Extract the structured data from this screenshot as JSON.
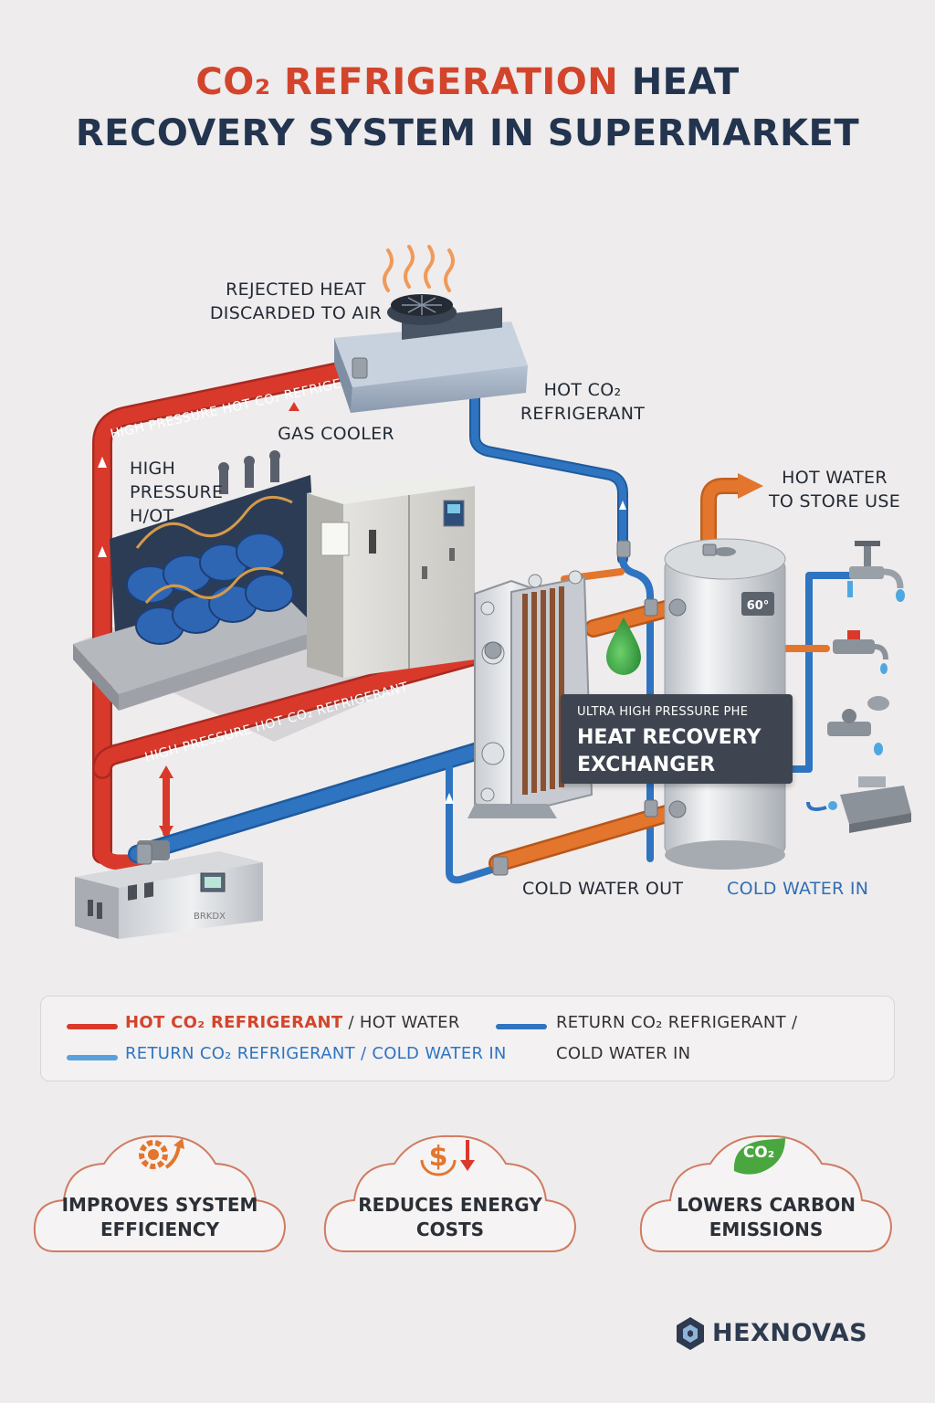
{
  "title": {
    "line1_accent": "CO₂ REFRIGERATION",
    "line1_dark": "HEAT",
    "line2": "RECOVERY SYSTEM IN SUPERMARKET"
  },
  "labels": {
    "rejected_heat": "REJECTED HEAT\nDISCARDED TO AIR",
    "gas_cooler": "GAS COOLER",
    "hot_co2_refrigerant": "HOT CO₂\nREFRIGERANT",
    "hot_water_out": "HOT WATER\nTO STORE USE",
    "high_pressure_hot": "HIGH\nPRESSURE\nH/OT",
    "tank_temp": "60°",
    "cold_water_out": "COLD WATER OUT",
    "cold_water_in": "COLD WATER IN",
    "rack_brand": "BRKDX"
  },
  "pipe_labels": {
    "top": "HIGH PRESSURE HOT CO₂ REFRIGERANT",
    "middle": "HIGH PRESSURE HOT CO₂ REFRIGERANT"
  },
  "phe": {
    "line1": "ULTRA HIGH PRESSURE PHE",
    "line2": "HEAT RECOVERY",
    "line3": "EXCHANGER"
  },
  "legend": {
    "item1_accent": "HOT CO₂ REFRIGERANT",
    "item1_rest": "/ HOT WATER",
    "item2_line1": "RETURN CO₂ REFRIGERANT /",
    "item2_line2": "COLD WATER IN",
    "item3": "RETURN CO₂ REFRIGERANT / COLD WATER IN"
  },
  "benefits": [
    {
      "text": "IMPROVES SYSTEM\nEFFICIENCY",
      "icon": "gear-arrow-icon"
    },
    {
      "text": "REDUCES ENERGY\nCOSTS",
      "icon": "dollar-down-icon"
    },
    {
      "text": "LOWERS CARBON\nEMISSIONS",
      "icon": "co2-leaf-icon"
    }
  ],
  "co2_badge": "CO₂",
  "brand": "HEXNOVAS",
  "colors": {
    "hot": "#d9392b",
    "cold": "#2f74c0",
    "water_orange": "#e3762c",
    "title_accent": "#d2452c",
    "title_dark": "#23344f"
  }
}
